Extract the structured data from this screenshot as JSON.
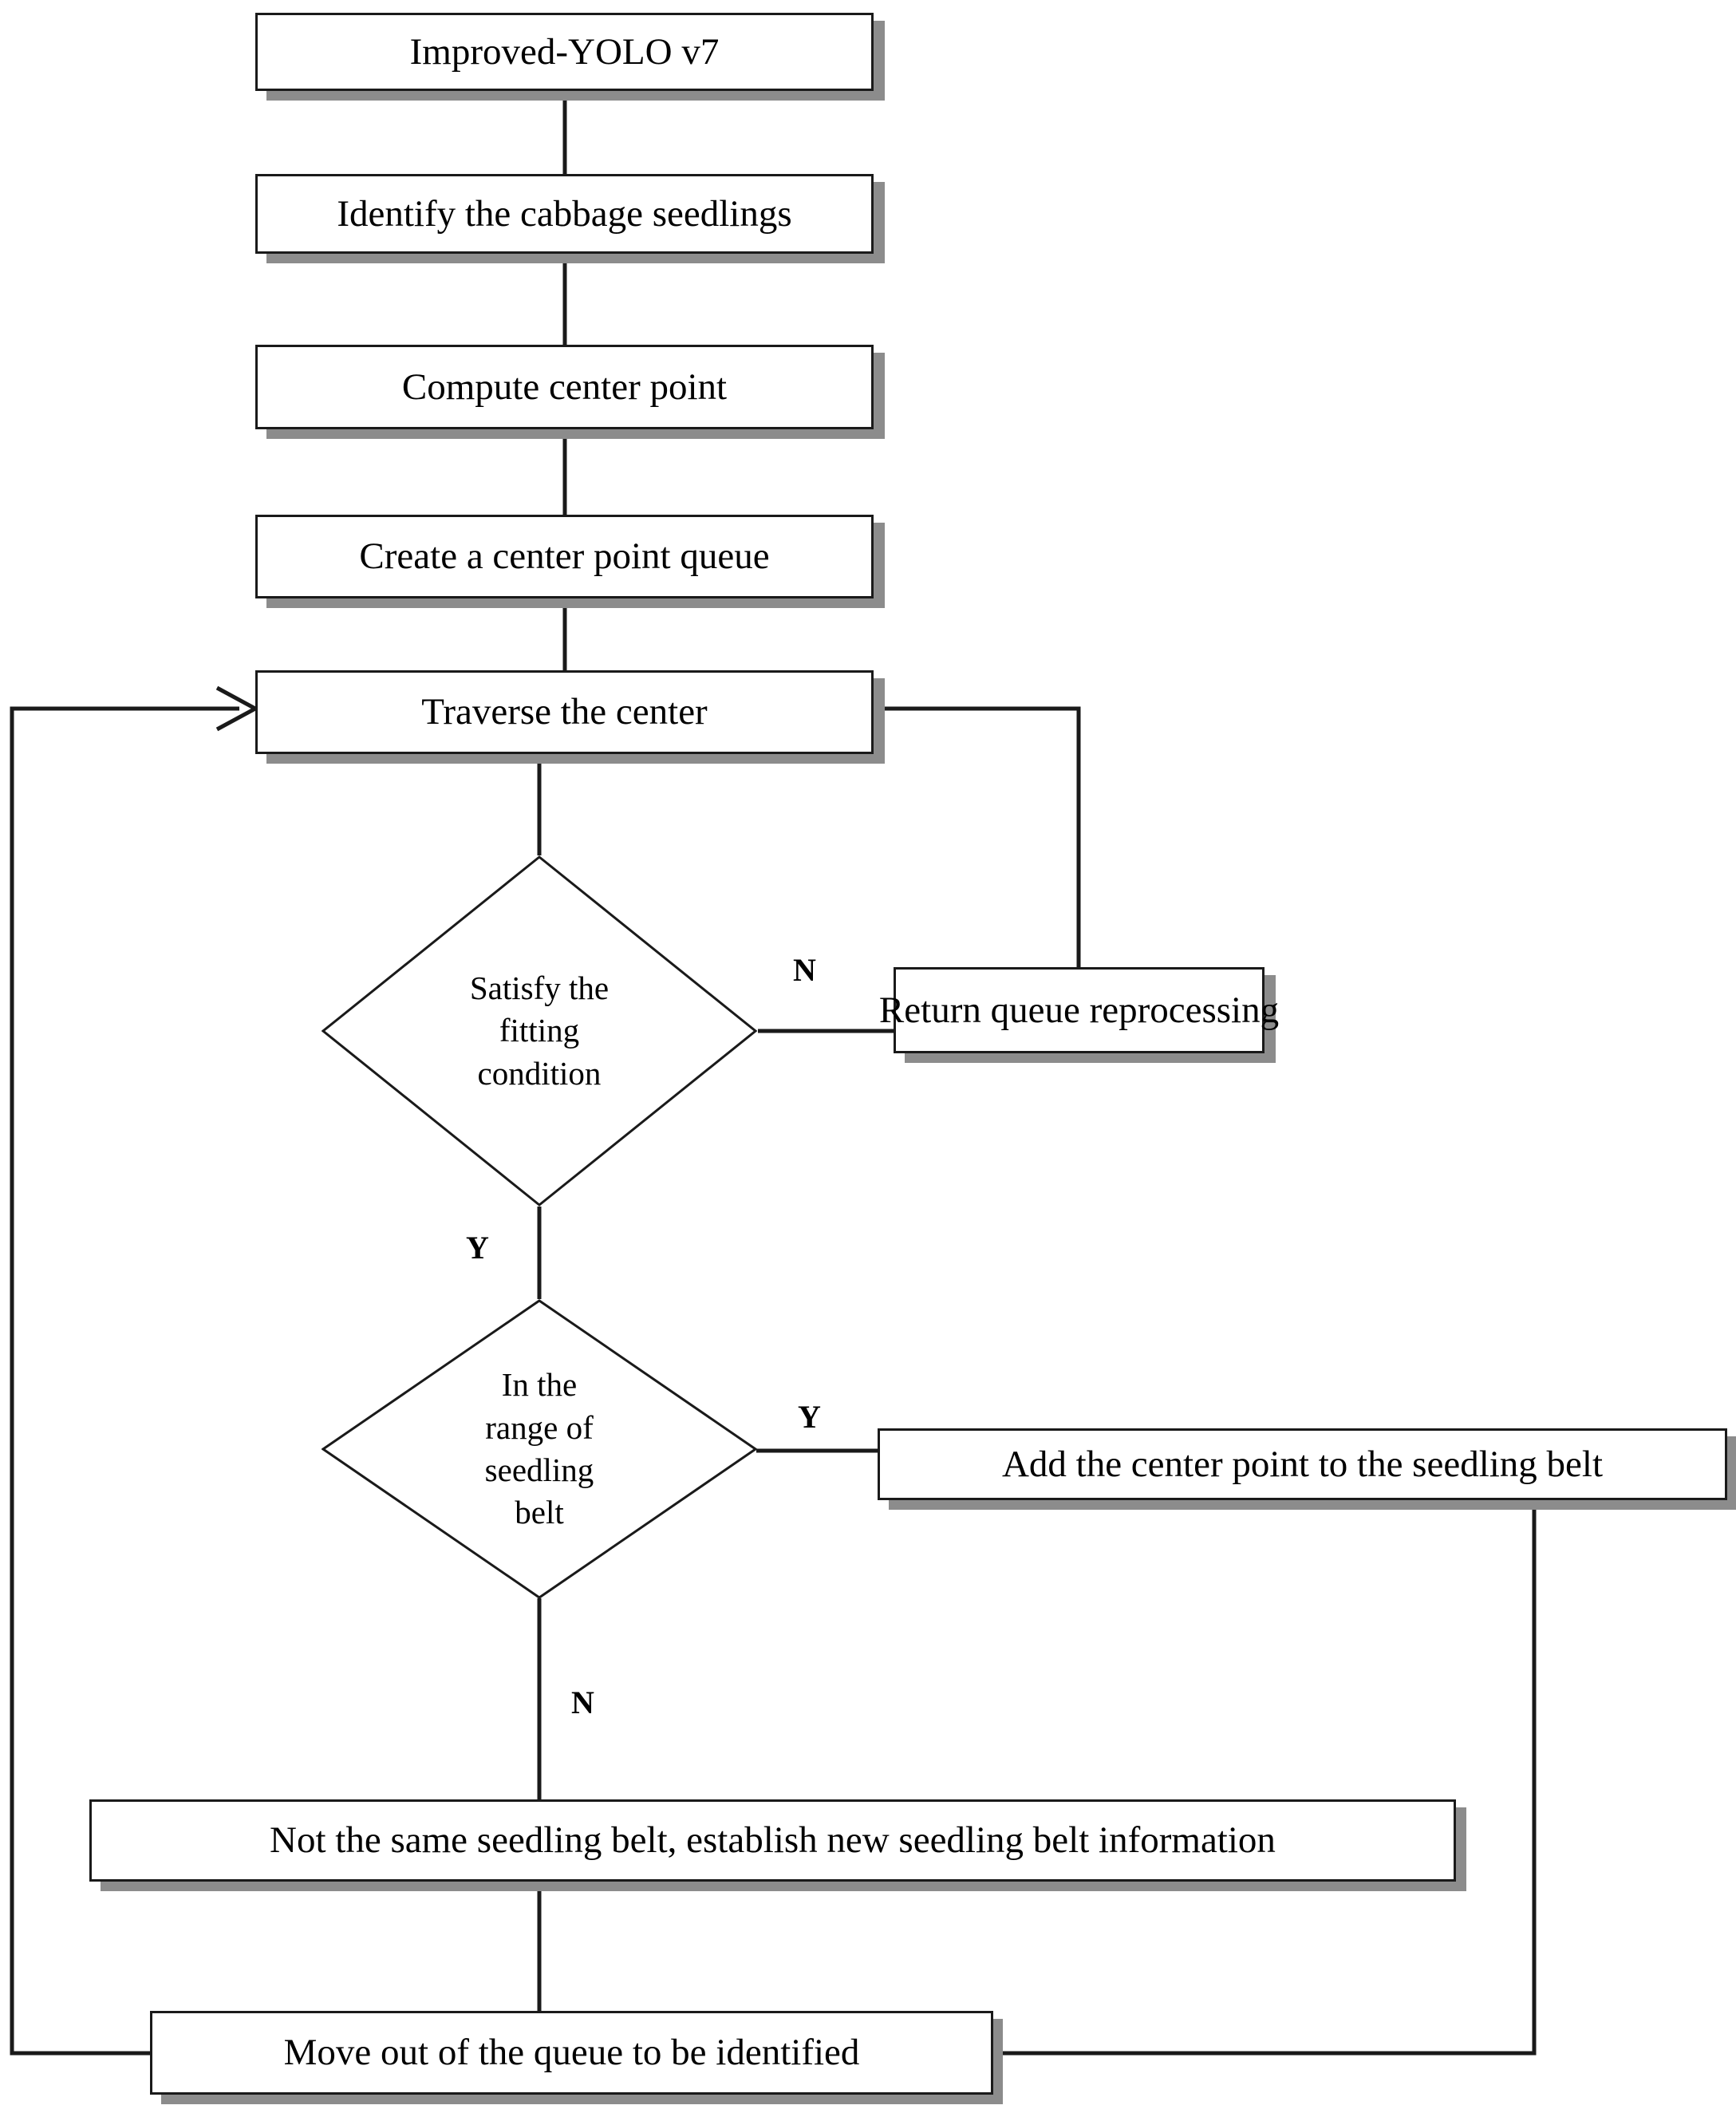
{
  "diagram": {
    "type": "flowchart",
    "title": "Cabbage seedling belt fitting flowchart",
    "nodes": [
      {
        "id": "start",
        "shape": "process",
        "label": "Improved-YOLO v7"
      },
      {
        "id": "identify",
        "shape": "process",
        "label": "Identify the cabbage seedlings"
      },
      {
        "id": "compute",
        "shape": "process",
        "label": "Compute center point"
      },
      {
        "id": "create_queue",
        "shape": "process",
        "label": "Create a center point queue"
      },
      {
        "id": "traverse",
        "shape": "process",
        "label": "Traverse the center"
      },
      {
        "id": "fit_cond",
        "shape": "decision",
        "label": "Satisfy the\nfitting\ncondition",
        "lines": [
          "Satisfy the",
          "fitting",
          "condition"
        ]
      },
      {
        "id": "reprocess",
        "shape": "process",
        "label": "Return queue reprocessing"
      },
      {
        "id": "in_range",
        "shape": "decision",
        "label": "In the\nrange of\nseedling\nbelt",
        "lines": [
          "In the",
          "range of",
          "seedling",
          "belt"
        ]
      },
      {
        "id": "add_point",
        "shape": "process",
        "label": "Add the center point to the seedling belt"
      },
      {
        "id": "new_belt",
        "shape": "process",
        "label": "Not the same seedling belt, establish new seedling belt information"
      },
      {
        "id": "move_out",
        "shape": "process",
        "label": "Move out of the queue to be identified"
      }
    ],
    "edges": [
      {
        "from": "start",
        "to": "identify",
        "label": ""
      },
      {
        "from": "identify",
        "to": "compute",
        "label": ""
      },
      {
        "from": "compute",
        "to": "create_queue",
        "label": ""
      },
      {
        "from": "create_queue",
        "to": "traverse",
        "label": ""
      },
      {
        "from": "traverse",
        "to": "fit_cond",
        "label": ""
      },
      {
        "from": "fit_cond",
        "to": "reprocess",
        "label": "N"
      },
      {
        "from": "reprocess",
        "to": "traverse",
        "label": ""
      },
      {
        "from": "fit_cond",
        "to": "in_range",
        "label": "Y"
      },
      {
        "from": "in_range",
        "to": "add_point",
        "label": "Y"
      },
      {
        "from": "in_range",
        "to": "new_belt",
        "label": "N"
      },
      {
        "from": "new_belt",
        "to": "move_out",
        "label": ""
      },
      {
        "from": "add_point",
        "to": "move_out",
        "label": ""
      },
      {
        "from": "move_out",
        "to": "traverse",
        "label": ""
      }
    ],
    "edge_labels": {
      "n_fit": "N",
      "y_fit": "Y",
      "y_range": "Y",
      "n_range": "N"
    },
    "colors": {
      "stroke": "#1a1a1a",
      "fill": "#ffffff",
      "shadow": "#8c8c8c",
      "text": "#000000"
    }
  }
}
